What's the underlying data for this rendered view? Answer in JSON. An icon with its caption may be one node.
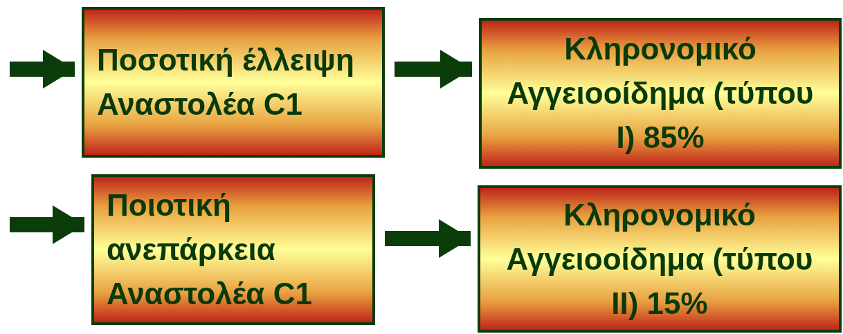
{
  "diagram": {
    "nodes": [
      {
        "text": [
          "Ποσοτική έλλειψη Αναστολέα C1"
        ]
      },
      {
        "text": [
          "Κληρονομικό Αγγειοοίδημα (τύπου I) 85%"
        ]
      },
      {
        "text": [
          "Ποιοτική ανεπάρκεια Αναστολέα C1"
        ]
      },
      {
        "text": [
          "Κληρονομικό Αγγειοοίδημα (τύπου II) 15%"
        ]
      }
    ],
    "edges": [
      {
        "from": null,
        "to": 0,
        "arrow": "to"
      },
      {
        "from": 0,
        "to": 1,
        "arrow": "to"
      },
      {
        "from": null,
        "to": 2,
        "arrow": "to"
      },
      {
        "from": 2,
        "to": 3,
        "arrow": "to"
      }
    ]
  }
}
